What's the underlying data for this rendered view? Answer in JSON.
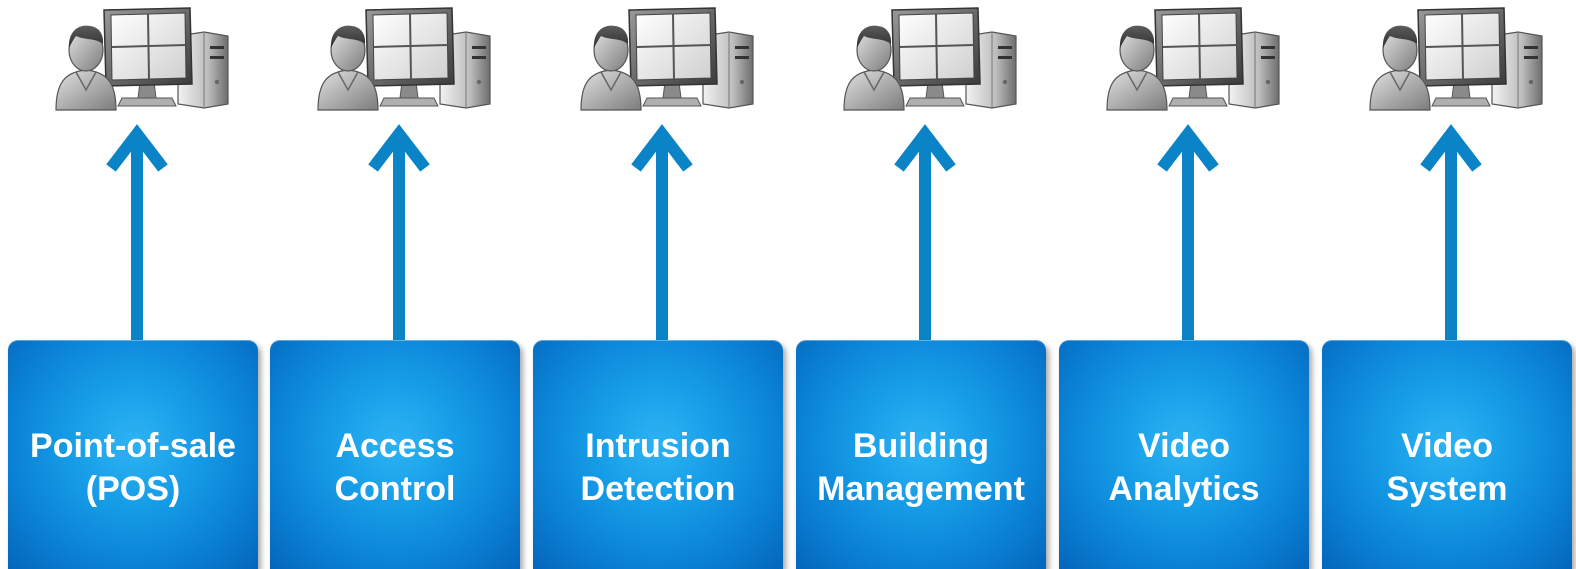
{
  "colors": {
    "arrow": "#0a84c6",
    "block_center": "#2db3f3",
    "block_edge": "#0466bb",
    "label_text": "#ffffff"
  },
  "systems": [
    {
      "line1": "Point-of-sale",
      "line2": "(POS)",
      "icon": "operator-workstation-icon"
    },
    {
      "line1": "Access",
      "line2": "Control",
      "icon": "operator-workstation-icon"
    },
    {
      "line1": "Intrusion",
      "line2": "Detection",
      "icon": "operator-workstation-icon"
    },
    {
      "line1": "Building",
      "line2": "Management",
      "icon": "operator-workstation-icon"
    },
    {
      "line1": "Video",
      "line2": "Analytics",
      "icon": "operator-workstation-icon"
    },
    {
      "line1": "Video",
      "line2": "System",
      "icon": "operator-workstation-icon"
    }
  ]
}
